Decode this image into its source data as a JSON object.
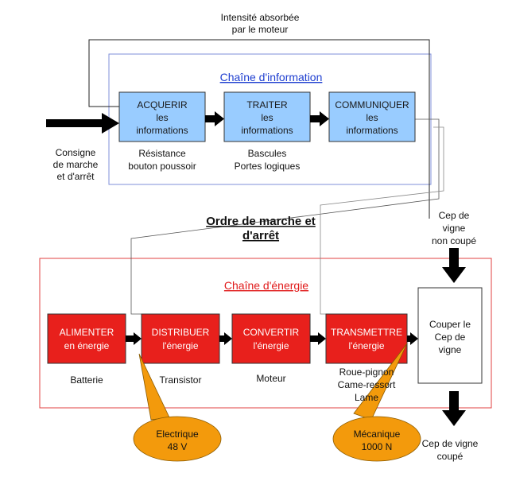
{
  "feedback_label": [
    "Intensité absorbée",
    "par le moteur"
  ],
  "info_chain": {
    "title": "Chaîne d'information",
    "input_label": [
      "Consigne",
      "de marche",
      "et d'arrêt"
    ],
    "blocks": [
      {
        "lines": [
          "ACQUERIR",
          "les",
          "informations"
        ],
        "caption": [
          "Résistance",
          "bouton poussoir"
        ]
      },
      {
        "lines": [
          "TRAITER",
          "les",
          "informations"
        ],
        "caption": [
          "Bascules",
          "Portes logiques"
        ]
      },
      {
        "lines": [
          "COMMUNIQUER",
          "les",
          "informations"
        ],
        "caption": []
      }
    ]
  },
  "ordre_label": [
    "Ordre de marche et",
    "d'arrêt"
  ],
  "energy_chain": {
    "title": "Chaîne d'énergie",
    "blocks": [
      {
        "lines": [
          "ALIMENTER",
          "en énergie"
        ],
        "caption": [
          "Batterie"
        ]
      },
      {
        "lines": [
          "DISTRIBUER",
          "l'énergie"
        ],
        "caption": [
          "Transistor"
        ]
      },
      {
        "lines": [
          "CONVERTIR",
          "l'énergie"
        ],
        "caption": [
          "Moteur"
        ]
      },
      {
        "lines": [
          "TRANSMETTRE",
          "l'énergie"
        ],
        "caption": [
          "Roue-pignon",
          "Came-ressort",
          "Lame"
        ]
      }
    ],
    "action_box": [
      "Couper le",
      "Cep de",
      "vigne"
    ],
    "top_input": [
      "Cep de",
      "vigne",
      "non coupé"
    ],
    "bottom_output": [
      "Cep de vigne",
      "coupé"
    ]
  },
  "callouts": [
    {
      "lines": [
        "Electrique",
        "48 V"
      ]
    },
    {
      "lines": [
        "Mécanique",
        "1000 N"
      ]
    }
  ],
  "colors": {
    "info_block": "#99ccff",
    "energy_block": "#e8201c",
    "info_frame": "#7f8fd8",
    "energy_frame": "#e04040",
    "callout": "#f39a0c"
  }
}
